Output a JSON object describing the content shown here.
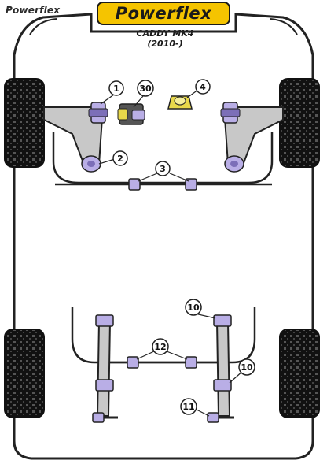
{
  "header": {
    "corner_logo": "Powerflex",
    "main_logo": "Powerflex",
    "model_title": "CADDY MK4 (2010-)"
  },
  "callouts": {
    "c1": "1",
    "c2": "2",
    "c3": "3",
    "c4": "4",
    "c30": "30",
    "c10a": "10",
    "c10b": "10",
    "c11": "11",
    "c12": "12"
  },
  "colors": {
    "bushing": "#b9aee6",
    "bushing_dark": "#7c6fb8",
    "arm": "#c8c8c8",
    "outline": "#222222",
    "tyre": "#1a1a1a",
    "logo_yellow": "#f5c400",
    "mount_yellow": "#e8d84a"
  }
}
